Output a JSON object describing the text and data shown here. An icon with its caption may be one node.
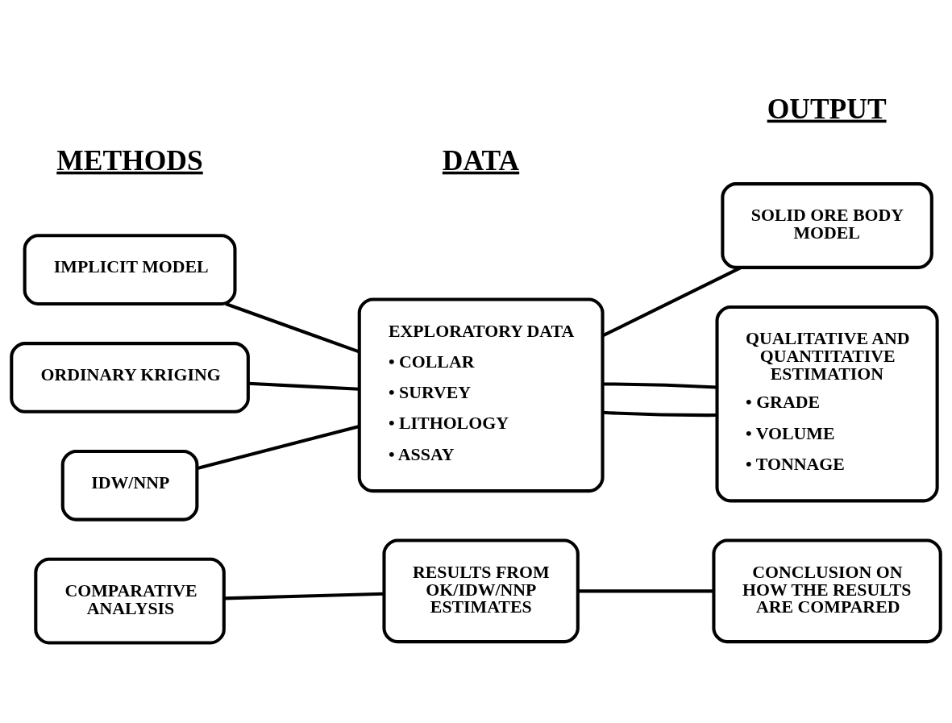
{
  "diagram": {
    "nodes": [
      {
        "text": [
          "IMPLICIT MODEL"
        ]
      },
      {
        "text": [
          "ORDINARY KRIGING"
        ]
      },
      {
        "text": [
          "IDW/NNP"
        ]
      },
      {
        "text": [
          "COMPARATIVE ANALYSIS"
        ]
      },
      {
        "text": [
          "EXPLORATORY DATA",
          "• COLLAR",
          "• SURVEY",
          "• LITHOLOGY",
          "• ASSAY"
        ]
      },
      {
        "text": [
          "RESULTS FROM OK/IDW/NNP ESTIMATES"
        ]
      },
      {
        "text": [
          "SOLID ORE BODY MODEL"
        ]
      },
      {
        "text": [
          "QUALITATIVE AND QUANTITATIVE ESTIMATION",
          "• GRADE",
          "• VOLUME",
          "• TONNAGE"
        ]
      },
      {
        "text": [
          "CONCLUSION ON HOW THE RESULTS ARE COMPARED"
        ]
      }
    ],
    "edges": [
      {
        "from": 0,
        "to": 4,
        "arrow": "none"
      },
      {
        "from": 1,
        "to": 4,
        "arrow": "none"
      },
      {
        "from": 2,
        "to": 4,
        "arrow": "none"
      },
      {
        "from": 4,
        "to": 6,
        "arrow": "none"
      },
      {
        "from": 4,
        "to": 7,
        "arrow": "none"
      },
      {
        "from": 4,
        "to": 7,
        "arrow": "none"
      },
      {
        "from": 3,
        "to": 5,
        "arrow": "none"
      },
      {
        "from": 5,
        "to": 8,
        "arrow": "none"
      }
    ],
    "labels": [
      "METHODS",
      "DATA",
      "OUTPUT"
    ]
  }
}
